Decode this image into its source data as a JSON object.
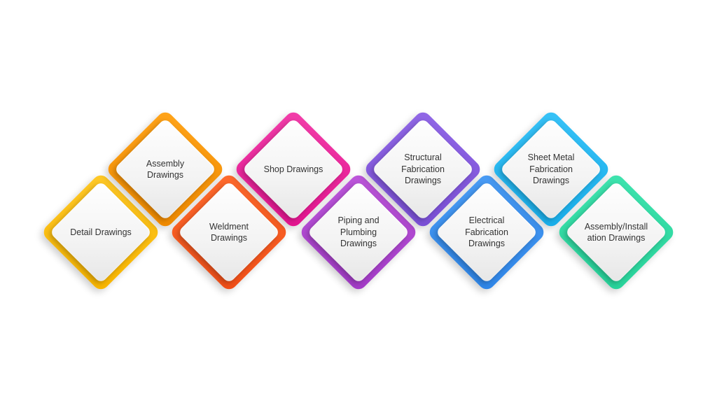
{
  "diagram": {
    "items": [
      {
        "label": "Detail Drawings",
        "color": "#F8B500",
        "color2": "#FFC928"
      },
      {
        "label": "Assembly\nDrawings",
        "color": "#F08A00",
        "color2": "#FFA41A"
      },
      {
        "label": "Weldment\nDrawings",
        "color": "#F04E17",
        "color2": "#FF6B2E"
      },
      {
        "label": "Shop Drawings",
        "color": "#E3148F",
        "color2": "#F23FAA"
      },
      {
        "label": "Piping and\nPlumbing\nDrawings",
        "color": "#A23BC6",
        "color2": "#BD57DB"
      },
      {
        "label": "Structural\nFabrication\nDrawings",
        "color": "#7A4FD6",
        "color2": "#9168E6"
      },
      {
        "label": "Electrical\nFabrication\nDrawings",
        "color": "#2F86E8",
        "color2": "#4A9CF5"
      },
      {
        "label": "Sheet Metal\nFabrication\nDrawings",
        "color": "#19AEEA",
        "color2": "#38C2F7"
      },
      {
        "label": "Assembly/Install\nation Drawings",
        "color": "#28D39A",
        "color2": "#3EE3AE"
      }
    ]
  }
}
